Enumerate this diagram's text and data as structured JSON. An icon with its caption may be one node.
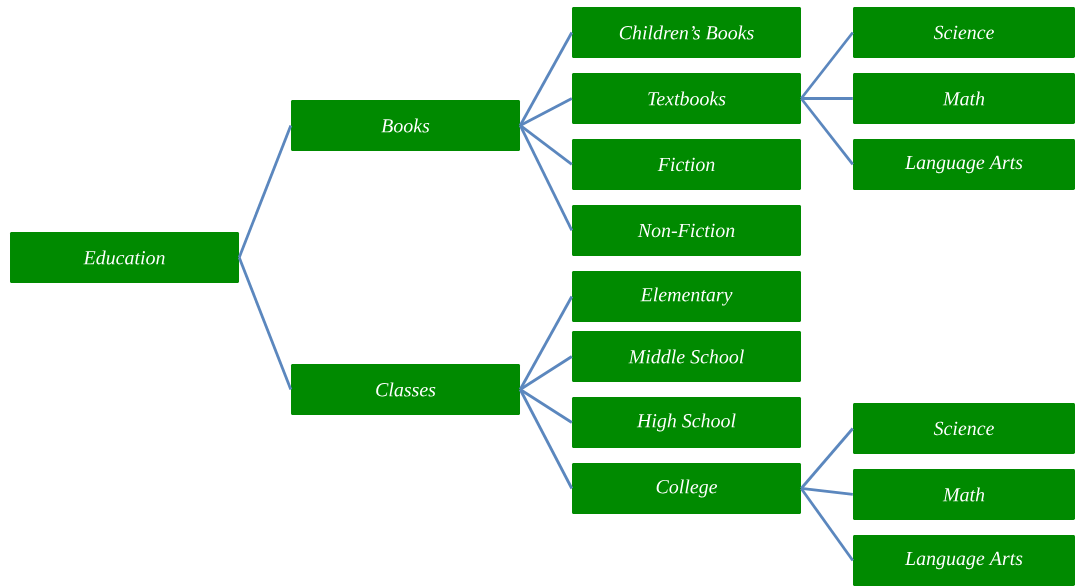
{
  "diagram": {
    "nodes": [
      {
        "text": [
          "Education"
        ]
      },
      {
        "text": [
          "Books"
        ]
      },
      {
        "text": [
          "Children’s Books"
        ]
      },
      {
        "text": [
          "Textbooks"
        ]
      },
      {
        "text": [
          "Science"
        ]
      },
      {
        "text": [
          "Math"
        ]
      },
      {
        "text": [
          "Language Arts"
        ]
      },
      {
        "text": [
          "Fiction"
        ]
      },
      {
        "text": [
          "Non-Fiction"
        ]
      },
      {
        "text": [
          "Classes"
        ]
      },
      {
        "text": [
          "Elementary"
        ]
      },
      {
        "text": [
          "Middle School"
        ]
      },
      {
        "text": [
          "High School"
        ]
      },
      {
        "text": [
          "College"
        ]
      },
      {
        "text": [
          "Science"
        ]
      },
      {
        "text": [
          "Math"
        ]
      },
      {
        "text": [
          "Language Arts"
        ]
      }
    ],
    "edges": [
      {
        "from": 0,
        "to": 1,
        "arrow": "none"
      },
      {
        "from": 0,
        "to": 9,
        "arrow": "none"
      },
      {
        "from": 1,
        "to": 2,
        "arrow": "none"
      },
      {
        "from": 1,
        "to": 3,
        "arrow": "none"
      },
      {
        "from": 1,
        "to": 7,
        "arrow": "none"
      },
      {
        "from": 1,
        "to": 8,
        "arrow": "none"
      },
      {
        "from": 3,
        "to": 4,
        "arrow": "none"
      },
      {
        "from": 3,
        "to": 5,
        "arrow": "none"
      },
      {
        "from": 3,
        "to": 6,
        "arrow": "none"
      },
      {
        "from": 9,
        "to": 10,
        "arrow": "none"
      },
      {
        "from": 9,
        "to": 11,
        "arrow": "none"
      },
      {
        "from": 9,
        "to": 12,
        "arrow": "none"
      },
      {
        "from": 9,
        "to": 13,
        "arrow": "none"
      },
      {
        "from": 13,
        "to": 14,
        "arrow": "none"
      },
      {
        "from": 13,
        "to": 15,
        "arrow": "none"
      },
      {
        "from": 13,
        "to": 16,
        "arrow": "none"
      }
    ]
  }
}
